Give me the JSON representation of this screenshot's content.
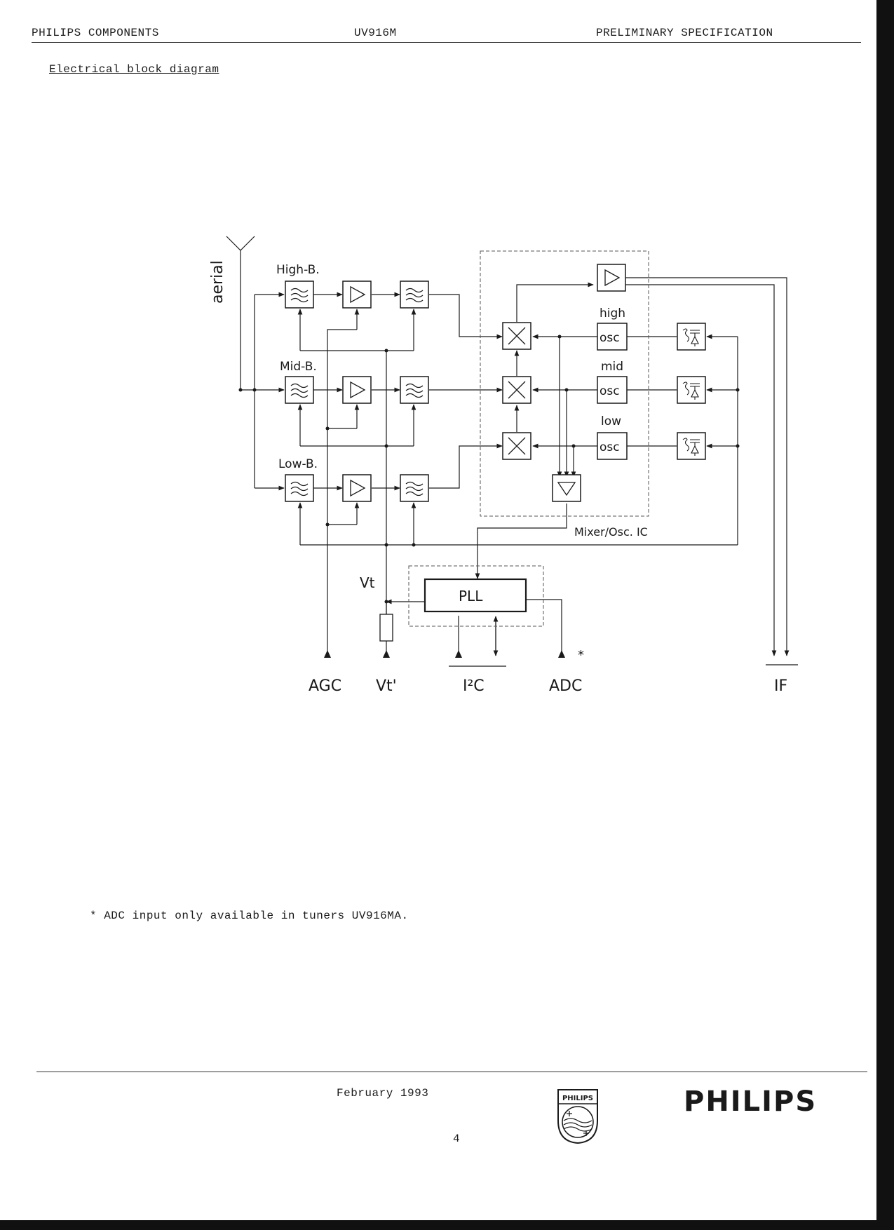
{
  "header": {
    "left": "PHILIPS COMPONENTS",
    "center": "UV916M",
    "right": "PRELIMINARY SPECIFICATION"
  },
  "section_title": "Electrical block diagram",
  "diagram": {
    "aerial": "aerial",
    "bands": [
      "High-B.",
      "Mid-B.",
      "Low-B."
    ],
    "osc_labels": [
      "high",
      "mid",
      "low"
    ],
    "osc_text": "osc",
    "pll": "PLL",
    "ic_label": "Mixer/Osc. IC",
    "vt": "Vt",
    "pins": {
      "agc": "AGC",
      "vt_prime": "Vt'",
      "i2c": "I²C",
      "adc": "ADC",
      "if": "IF"
    },
    "asterisk": "*"
  },
  "footnote": "* ADC input only available in tuners UV916MA.",
  "footer": {
    "date": "February 1993",
    "page": "4",
    "brand": "PHILIPS",
    "shield_text": "PHILIPS"
  }
}
